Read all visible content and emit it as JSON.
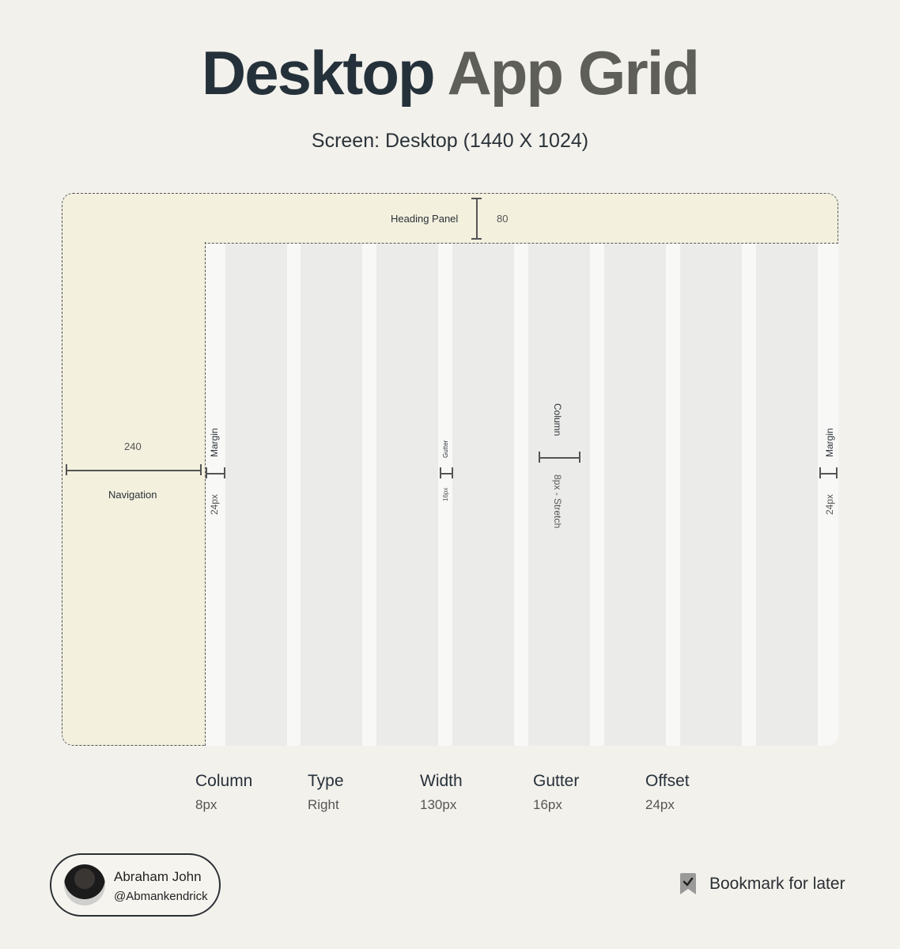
{
  "title": {
    "part1": "Desktop",
    "part2": "App Grid"
  },
  "subtitle": "Screen: Desktop (1440 X 1024)",
  "diagram": {
    "heading_panel_label": "Heading Panel",
    "heading_height": "80",
    "nav_width": "240",
    "nav_label": "Navigation",
    "margin_label": "Margin",
    "margin_value": "24px",
    "gutter_label": "Gutter",
    "gutter_value": "16px",
    "column_label": "Column",
    "column_value": "8px - Stretch"
  },
  "specs": [
    {
      "key": "Column",
      "value": "8px"
    },
    {
      "key": "Type",
      "value": "Right"
    },
    {
      "key": "Width",
      "value": "130px"
    },
    {
      "key": "Gutter",
      "value": "16px"
    },
    {
      "key": "Offset",
      "value": "24px"
    }
  ],
  "author": {
    "name": "Abraham John",
    "handle": "@Abmankendrick"
  },
  "bookmark_text": "Bookmark for later",
  "colors": {
    "panel": "#f3f0de",
    "column": "#ebebea",
    "title_dark": "#25313a",
    "title_gray": "#5f5f5a"
  }
}
